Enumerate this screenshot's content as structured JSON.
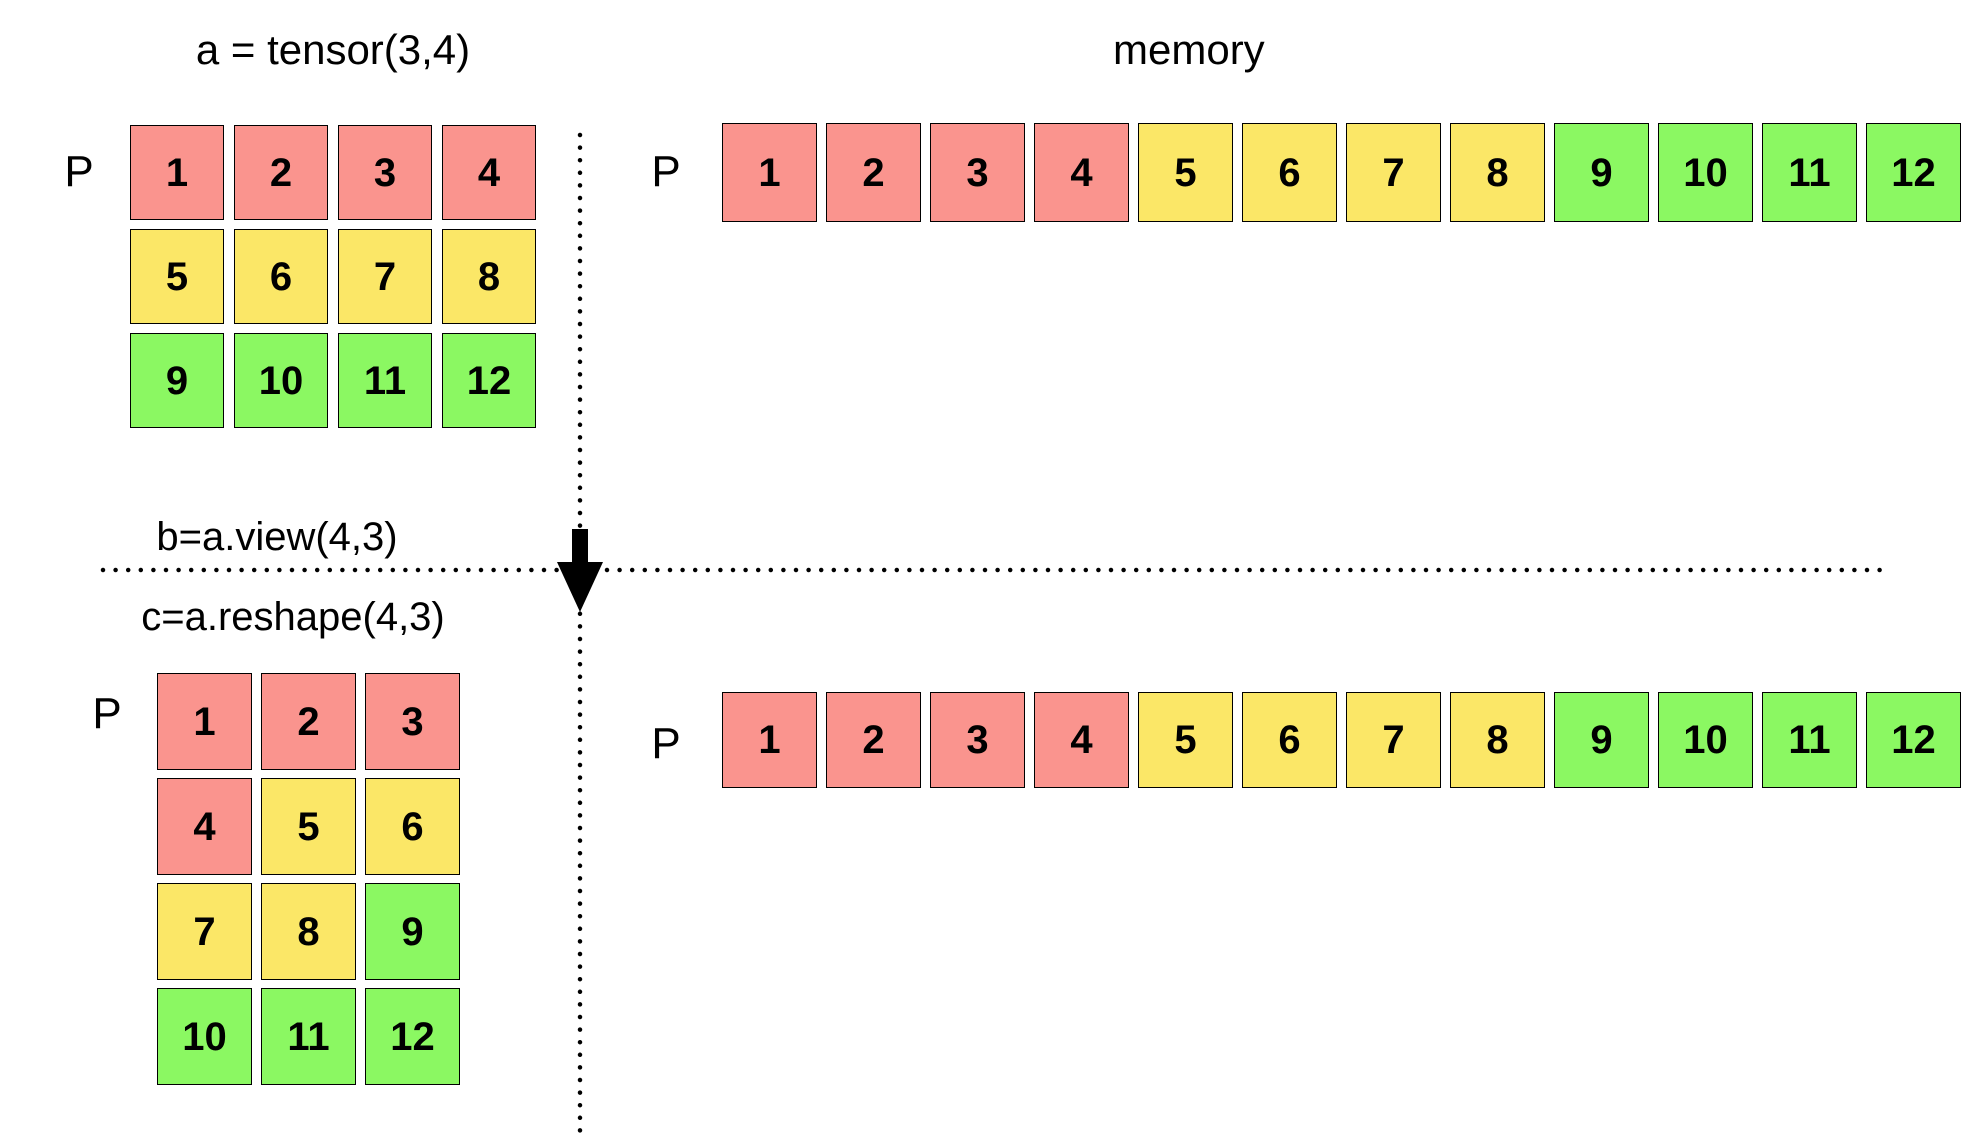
{
  "colors": {
    "red": "#FA948E",
    "yellow": "#FBE767",
    "green": "#8BF862",
    "border": "#000000",
    "text": "#000000",
    "background": "#FFFFFF"
  },
  "labels": {
    "view": "b=a.view(4,3)",
    "reshape": "c=a.reshape(4,3)"
  },
  "tensor_a": {
    "title": "a = tensor(3,4)",
    "pointer_label": "P",
    "rows": 3,
    "cols": 4,
    "cells": [
      {
        "value": "1",
        "color": "red"
      },
      {
        "value": "2",
        "color": "red"
      },
      {
        "value": "3",
        "color": "red"
      },
      {
        "value": "4",
        "color": "red"
      },
      {
        "value": "5",
        "color": "yellow"
      },
      {
        "value": "6",
        "color": "yellow"
      },
      {
        "value": "7",
        "color": "yellow"
      },
      {
        "value": "8",
        "color": "yellow"
      },
      {
        "value": "9",
        "color": "green"
      },
      {
        "value": "10",
        "color": "green"
      },
      {
        "value": "11",
        "color": "green"
      },
      {
        "value": "12",
        "color": "green"
      }
    ]
  },
  "memory_top": {
    "title": "memory",
    "pointer_label": "P",
    "cells": [
      {
        "value": "1",
        "color": "red"
      },
      {
        "value": "2",
        "color": "red"
      },
      {
        "value": "3",
        "color": "red"
      },
      {
        "value": "4",
        "color": "red"
      },
      {
        "value": "5",
        "color": "yellow"
      },
      {
        "value": "6",
        "color": "yellow"
      },
      {
        "value": "7",
        "color": "yellow"
      },
      {
        "value": "8",
        "color": "yellow"
      },
      {
        "value": "9",
        "color": "green"
      },
      {
        "value": "10",
        "color": "green"
      },
      {
        "value": "11",
        "color": "green"
      },
      {
        "value": "12",
        "color": "green"
      }
    ]
  },
  "tensor_c": {
    "pointer_label": "P",
    "rows": 4,
    "cols": 3,
    "cells": [
      {
        "value": "1",
        "color": "red"
      },
      {
        "value": "2",
        "color": "red"
      },
      {
        "value": "3",
        "color": "red"
      },
      {
        "value": "4",
        "color": "red"
      },
      {
        "value": "5",
        "color": "yellow"
      },
      {
        "value": "6",
        "color": "yellow"
      },
      {
        "value": "7",
        "color": "yellow"
      },
      {
        "value": "8",
        "color": "yellow"
      },
      {
        "value": "9",
        "color": "green"
      },
      {
        "value": "10",
        "color": "green"
      },
      {
        "value": "11",
        "color": "green"
      },
      {
        "value": "12",
        "color": "green"
      }
    ]
  },
  "memory_bottom": {
    "pointer_label": "P",
    "cells": [
      {
        "value": "1",
        "color": "red"
      },
      {
        "value": "2",
        "color": "red"
      },
      {
        "value": "3",
        "color": "red"
      },
      {
        "value": "4",
        "color": "red"
      },
      {
        "value": "5",
        "color": "yellow"
      },
      {
        "value": "6",
        "color": "yellow"
      },
      {
        "value": "7",
        "color": "yellow"
      },
      {
        "value": "8",
        "color": "yellow"
      },
      {
        "value": "9",
        "color": "green"
      },
      {
        "value": "10",
        "color": "green"
      },
      {
        "value": "11",
        "color": "green"
      },
      {
        "value": "12",
        "color": "green"
      }
    ]
  }
}
